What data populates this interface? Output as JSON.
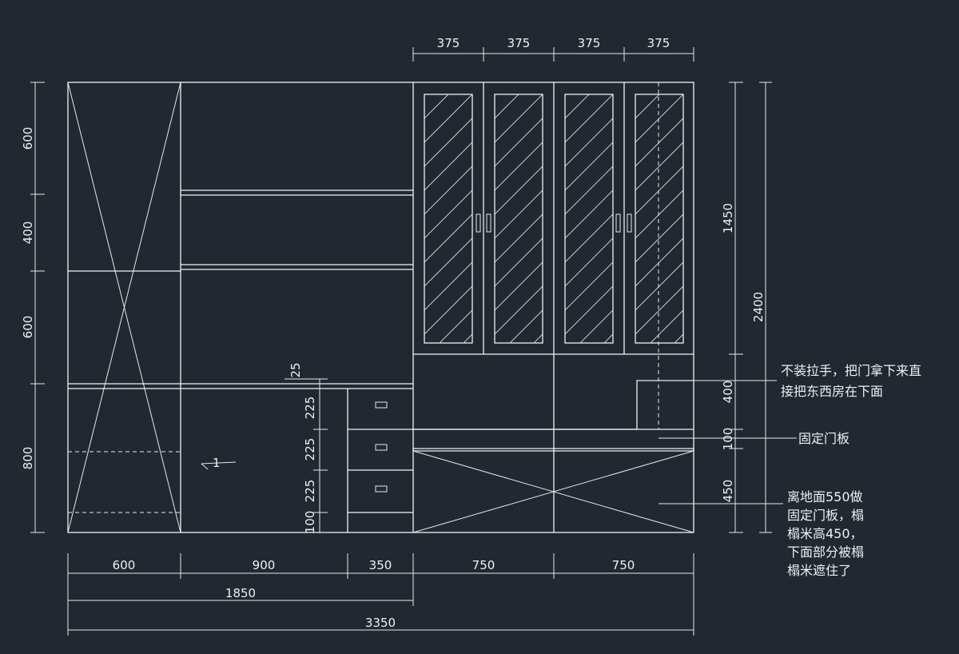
{
  "top_dimensions": [
    "375",
    "375",
    "375",
    "375"
  ],
  "bottom_dimensions_row1": [
    "600",
    "900",
    "350",
    "750",
    "750"
  ],
  "bottom_dimension_row2": "1850",
  "bottom_dimension_row3": "3350",
  "left_dimensions": [
    "600",
    "400",
    "600",
    "800"
  ],
  "right_dimensions_inner": [
    "1450",
    "400",
    "100",
    "450"
  ],
  "right_dimension_outer": "2400",
  "drawer_dimensions": [
    "25",
    "225",
    "225",
    "225",
    "100"
  ],
  "shelf_marker": "1",
  "notes": {
    "no_handle": [
      "不装拉手，把门拿下来直",
      "接把东西房在下面"
    ],
    "fixed_panel": "固定门板",
    "tatami": [
      "离地面550做",
      "固定门板，榻",
      "榻米高450，",
      "下面部分被榻",
      "榻米遮住了"
    ]
  },
  "colors": {
    "background": "#212830",
    "lines": "#f2f2f2"
  }
}
